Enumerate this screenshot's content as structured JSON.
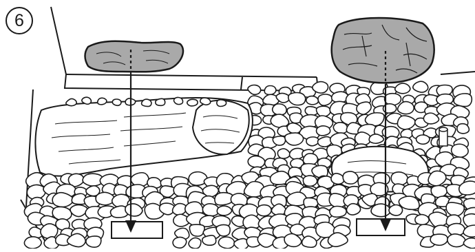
{
  "step": {
    "number": "6"
  },
  "colors": {
    "outline": "#1a1a1a",
    "highlight_stone_fill": "#a9a9a9",
    "background": "#ffffff"
  },
  "parts": {
    "highlight_stones": [
      "flat-stone",
      "large-stone"
    ],
    "arrows": [
      "arrow-left",
      "arrow-right"
    ],
    "placement_icon": "down-arrow-icon"
  }
}
